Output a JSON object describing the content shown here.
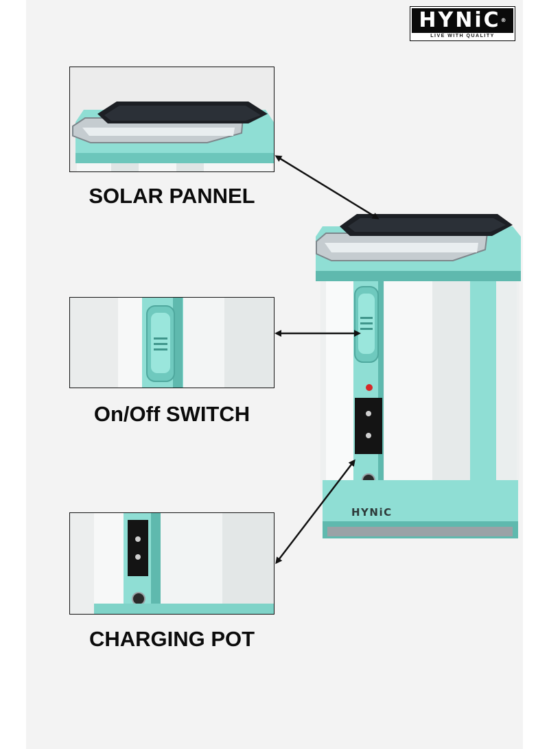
{
  "brand": {
    "logo_text": "HYNiC",
    "registered_mark": "®",
    "tagline": "LIVE WITH QUALITY",
    "product_badge": "HYNiC"
  },
  "callouts": [
    {
      "label": "SOLAR PANNEL"
    },
    {
      "label": "On/Off SWITCH"
    },
    {
      "label": "CHARGING POT"
    }
  ],
  "colors": {
    "teal": "#8fded4",
    "teal_dark": "#4fb3a7",
    "chrome": "#9aa2a6",
    "body_white": "#eef0f0",
    "solar": "#1c1f24"
  }
}
